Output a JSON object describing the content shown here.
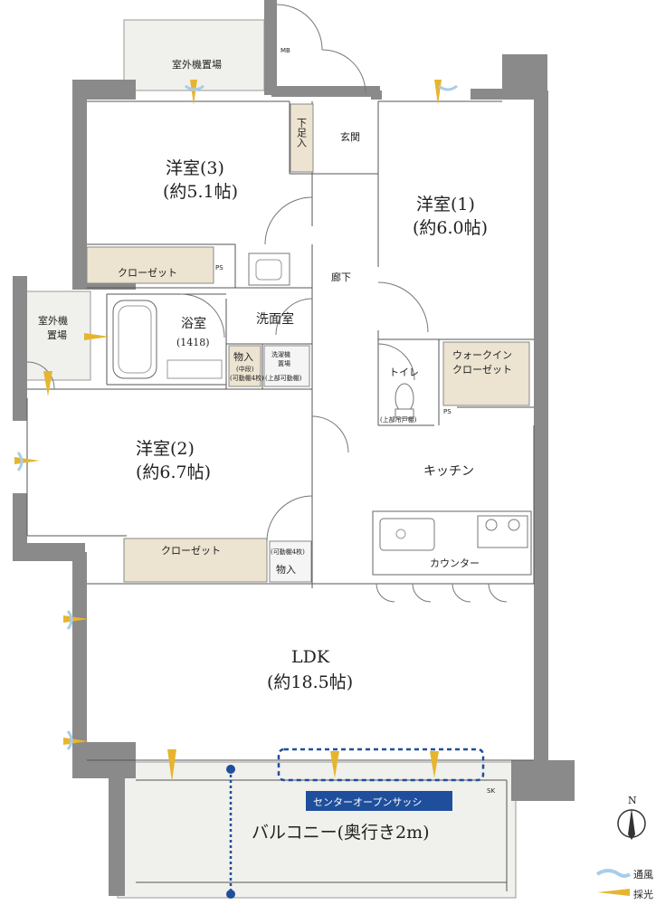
{
  "rooms": {
    "western_room_3": {
      "name": "洋室(3)",
      "area": "(約5.1帖)"
    },
    "western_room_1": {
      "name": "洋室(1)",
      "area": "(約6.0帖)"
    },
    "western_room_2": {
      "name": "洋室(2)",
      "area": "(約6.7帖)"
    },
    "ldk": {
      "name": "LDK",
      "area": "(約18.5帖)"
    },
    "kitchen": "キッチン",
    "counter": "カウンター",
    "bathroom": {
      "name": "浴室",
      "size": "(1418)"
    },
    "washroom": "洗面室",
    "corridor": "廊下",
    "entrance": "玄関",
    "shoe_storage": "下足入",
    "toilet": "トイレ",
    "toilet_note": "(上部吊戸棚)",
    "walk_in_closet": [
      "ウォークイン",
      "クローゼット"
    ],
    "closet_room3": "クローゼット",
    "closet_room2": "クローゼット",
    "storage_wash": {
      "name": "物入",
      "note1": "(中段)",
      "note2": "(可動棚4枚)"
    },
    "laundry": {
      "line1": "洗濯機",
      "line2": "置場",
      "note": "(上部可動棚)"
    },
    "storage_ldk": {
      "name": "物入",
      "note": "(可動棚4枚)"
    },
    "outdoor_unit_top": "室外機置場",
    "outdoor_unit_left": [
      "室外機",
      "置場"
    ],
    "mb": "MB",
    "ps1": "PS",
    "ps2": "PS",
    "sk": "SK",
    "balcony": "バルコニー(奥行き2m)",
    "center_open_sash": "センターオープンサッシ"
  },
  "compass": {
    "label": "N"
  },
  "legend": [
    {
      "label": "通風",
      "color": "#a8cde8"
    },
    {
      "label": "採光",
      "color": "#e6b530"
    }
  ],
  "colors": {
    "wall": "#8a8a8a",
    "closet": "#ece3d0",
    "balcony": "#f0f0ec",
    "accent": "#1f4f9c",
    "sash_label_bg": "#1f4f9c"
  }
}
